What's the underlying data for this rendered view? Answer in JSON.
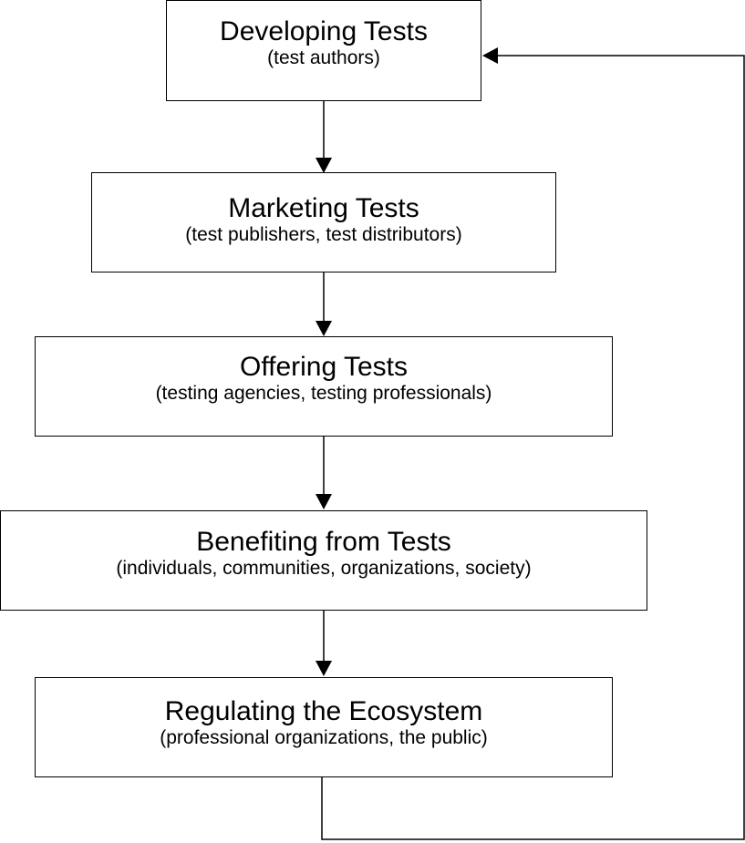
{
  "boxes": [
    {
      "title": "Developing Tests",
      "subtitle": "(test authors)"
    },
    {
      "title": "Marketing Tests",
      "subtitle": "(test publishers, test distributors)"
    },
    {
      "title": "Offering Tests",
      "subtitle": "(testing agencies, testing professionals)"
    },
    {
      "title": "Benefiting from Tests",
      "subtitle": "(individuals, communities, organizations, society)"
    },
    {
      "title": "Regulating the Ecosystem",
      "subtitle": "(professional organizations, the public)"
    }
  ],
  "colors": {
    "line": "#000000",
    "background": "#ffffff"
  }
}
